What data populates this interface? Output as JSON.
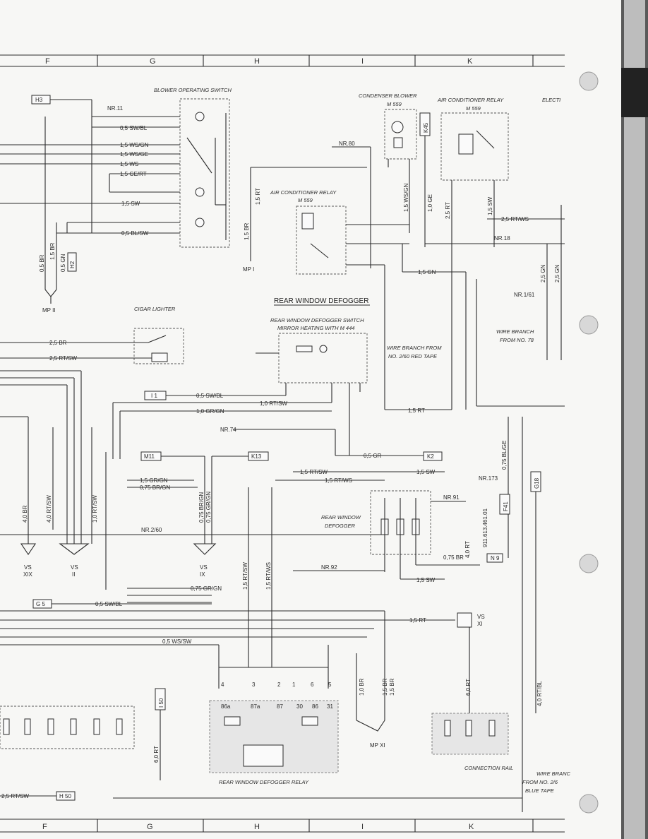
{
  "grid": {
    "columns": [
      "F",
      "G",
      "H",
      "I",
      "K"
    ]
  },
  "titles": {
    "blower_operating_switch": "BLOWER OPERATING SWITCH",
    "condenser_blower": "CONDENSER BLOWER",
    "condenser_blower_code": "M 559",
    "ac_relay_top": "AIR CONDITIONER RELAY",
    "ac_relay_top_code": "M 559",
    "ac_relay_mid": "AIR CONDITIONER RELAY",
    "ac_relay_mid_code": "M 559",
    "electric_cut": "ELECTI",
    "rear_window_defogger": "REAR WINDOW DEFOGGER",
    "defogger_switch": "REAR WINDOW DEFOGGER SWITCH",
    "mirror_heating": "MIRROR HEATING WITH M 444",
    "cigar_lighter": "CIGAR LIGHTER",
    "wire_branch_2_60": [
      "WIRE BRANCH FROM",
      "NO. 2/60 RED TAPE"
    ],
    "wire_branch_78": [
      "WIRE BRANCH",
      "FROM NO. 78"
    ],
    "rear_window_defogger_element": [
      "REAR WINDOW",
      "DEFOGGER"
    ],
    "defogger_relay": "REAR WINDOW DEFOGGER RELAY",
    "connection_rail": "CONNECTION RAIL",
    "wire_branch_blue": [
      "WIRE BRANC",
      "FROM NO. 2/6",
      "BLUE TAPE"
    ]
  },
  "connectors": {
    "h3": "H3",
    "h2": "H2",
    "k45": "K45",
    "i1": "I 1",
    "m11": "M11",
    "k13": "K13",
    "k2": "K2",
    "g5": "G 5",
    "f41": "F41",
    "n9": "N 9",
    "i50": "I 50",
    "h50": "H 50",
    "g18": "G18"
  },
  "nodes": {
    "nr11": "NR.11",
    "nr80": "NR.80",
    "nr18": "NR.18",
    "nr161": "NR.1/61",
    "nr74": "NR.74",
    "nr260": "NR.2/60",
    "nr173": "NR.173",
    "nr91": "NR.91",
    "nr92": "NR.92",
    "mp1": "MP I",
    "mp2": "MP II",
    "mp11": "MP XI",
    "vs19": [
      "VS",
      "XIX"
    ],
    "vs2": [
      "VS",
      "II"
    ],
    "vs9": [
      "VS",
      "IX"
    ],
    "vs11": [
      "VS",
      "XI"
    ],
    "part_number": "911.613.461.01"
  },
  "wires": {
    "blower": [
      "0,5 SW/BL",
      "1,5 WS/GN",
      "1,5 WS/GE",
      "1,5 WS",
      "1,5 GE/RT",
      "1,5 SW",
      "0,5 BL/SW"
    ],
    "left_verticals": [
      "0,5 BR",
      "1,5 BR",
      "0,5 GN"
    ],
    "mp1_wires": [
      "1,5 BR",
      "1,5 RT"
    ],
    "condenser": [
      "1,5 WS/GN",
      "1,5 GN"
    ],
    "ac_right": [
      "1,0 GE",
      "2,5 RT",
      "1,5 SW",
      "2,5 RT/WS",
      "2,5 GN",
      "2,5 GN"
    ],
    "cigar": [
      "2,5 BR",
      "2,5 RT/SW"
    ],
    "defog_area": [
      "0,5 SW/BL",
      "1,0 RT/SW",
      "1,0 GR/GN",
      "0,5 GR",
      "1,5 RT",
      "0,75 BL/GE"
    ],
    "relay_area": [
      "1,5 GR/GN",
      "0,75 BR/GN",
      "0,75 BR/GN",
      "0,75 GR/GN",
      "4,0 BR",
      "4,0 RT/SW",
      "1,0 RT/SW"
    ],
    "defogger_feed": [
      "1,5 RT/SW",
      "1,5 RT/WS",
      "1,5 SW",
      "1,5 SW",
      "1,5 RT/SW",
      "1,5 RT/WS"
    ],
    "bottom": [
      "0,5 SW/BL",
      "0,75 GR/GN",
      "1,5 RT",
      "0,5 WS/SW",
      "0,75 BR",
      "1,0 BR",
      "1,5 BR",
      "1,5 BR",
      "6,0 RT",
      "6,0 RT",
      "4,0 RT/BL",
      "2,5 RT/SW",
      "4,0 RT"
    ],
    "pins_relay": [
      "4",
      "3",
      "2",
      "1",
      "6",
      "5"
    ],
    "relay_terms": [
      "86a",
      "87a",
      "87",
      "30",
      "86",
      "31"
    ]
  }
}
